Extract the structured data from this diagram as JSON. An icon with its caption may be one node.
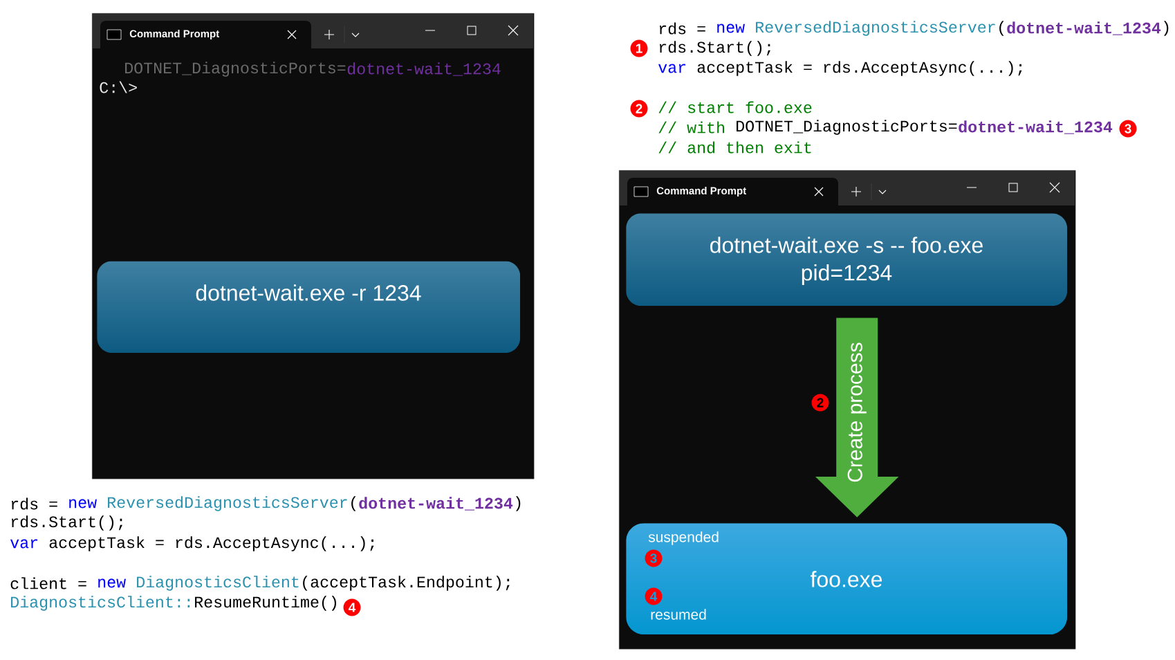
{
  "diagram": {
    "nodes": [
      {
        "text": [
          "Command Prompt"
        ]
      },
      {
        "text": [
          "dotnet-wait.exe -r 1234"
        ],
        "in": 0
      },
      {
        "text": [
          "Command Prompt"
        ]
      },
      {
        "text": [
          "dotnet-wait.exe -s -- foo.exe",
          "pid=1234"
        ],
        "in": 2
      },
      {
        "text": [
          "suspended",
          "foo.exe",
          "resumed"
        ],
        "in": 2
      }
    ],
    "edges": [
      {
        "from": 3,
        "to": 4,
        "arrow": "to",
        "label": "Create process",
        "color": "#4fae3e"
      }
    ],
    "labels": [
      "DOTNET_DiagnosticPorts=",
      "dotnet-wait_1234",
      "C:\\>",
      "rds =",
      "new",
      "ReversedDiagnosticsServer",
      "(",
      "dotnet-wait_1234",
      ")",
      "1",
      "rds.Start();",
      "var",
      "acceptTask = rds.AcceptAsync(...);",
      "2",
      "// start foo.exe",
      "// with",
      "DOTNET_DiagnosticPorts=",
      "dotnet-wait_1234",
      "3",
      "// and then exit",
      "2",
      "3",
      "4",
      "rds =",
      "new",
      "ReversedDiagnosticsServer",
      "(",
      "dotnet-wait_1234",
      ")",
      "rds.Start();",
      "var",
      "acceptTask = rds.AcceptAsync(...);",
      "client =",
      "new",
      "DiagnosticsClient",
      "(acceptTask.Endpoint);",
      "DiagnosticsClient::",
      "ResumeRuntime()",
      "4"
    ]
  }
}
